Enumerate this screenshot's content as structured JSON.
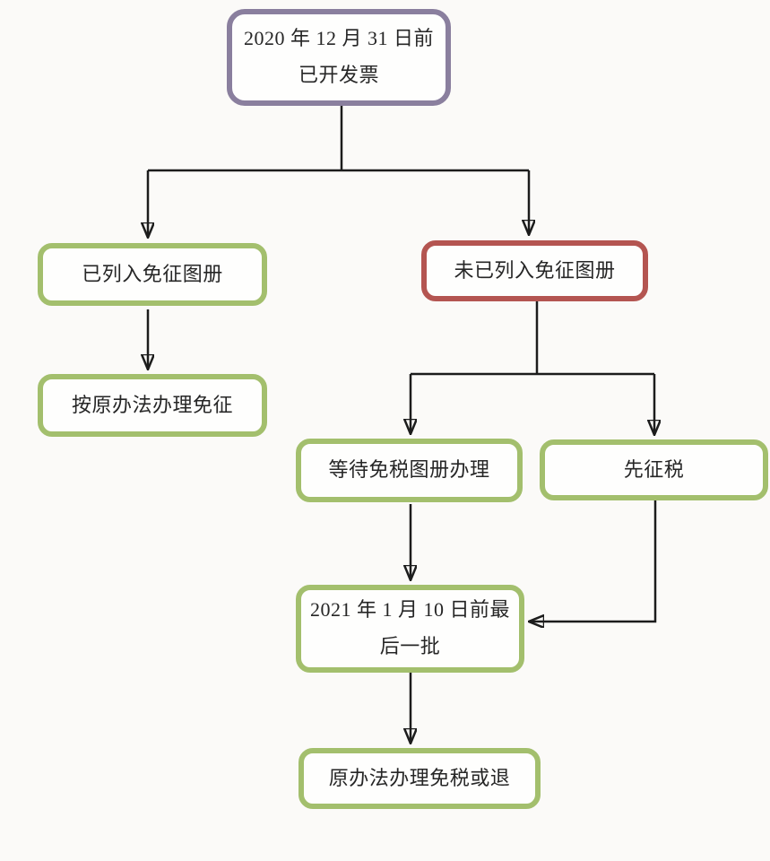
{
  "diagram": {
    "type": "flowchart",
    "nodes": [
      {
        "id": "invoiced-before-deadline",
        "label": "2020 年 12 月 31 日前\n已开发票",
        "border_color": "#8a7f9e"
      },
      {
        "id": "listed-in-exemption-catalog",
        "label": "已列入免征图册",
        "border_color": "#a3bf6d"
      },
      {
        "id": "not-listed-in-exemption-catalog",
        "label": "未已列入免征图册",
        "border_color": "#b45551"
      },
      {
        "id": "exemption-per-original-method",
        "label": "按原办法办理免征",
        "border_color": "#a3bf6d"
      },
      {
        "id": "wait-exemption-catalog",
        "label": "等待免税图册办理",
        "border_color": "#a3bf6d"
      },
      {
        "id": "tax-first",
        "label": "先征税",
        "border_color": "#a3bf6d"
      },
      {
        "id": "last-batch-before-2021-1-10",
        "label": "2021 年 1 月 10 日前最\n后一批",
        "border_color": "#a3bf6d"
      },
      {
        "id": "original-method-exempt-or-refund",
        "label": "原办法办理免税或退",
        "border_color": "#a3bf6d"
      }
    ],
    "edges": [
      {
        "from": "invoiced-before-deadline",
        "to": "listed-in-exemption-catalog"
      },
      {
        "from": "invoiced-before-deadline",
        "to": "not-listed-in-exemption-catalog"
      },
      {
        "from": "listed-in-exemption-catalog",
        "to": "exemption-per-original-method"
      },
      {
        "from": "not-listed-in-exemption-catalog",
        "to": "wait-exemption-catalog"
      },
      {
        "from": "not-listed-in-exemption-catalog",
        "to": "tax-first"
      },
      {
        "from": "wait-exemption-catalog",
        "to": "last-batch-before-2021-1-10"
      },
      {
        "from": "tax-first",
        "to": "last-batch-before-2021-1-10"
      },
      {
        "from": "last-batch-before-2021-1-10",
        "to": "original-method-exempt-or-refund"
      }
    ],
    "colors": {
      "background": "#fbfaf8",
      "node_fill": "#fefefd",
      "text": "#262626",
      "arrow": "#1c1c1c",
      "purple_border": "#8a7f9e",
      "green_border": "#a3bf6d",
      "red_border": "#b45551"
    }
  }
}
